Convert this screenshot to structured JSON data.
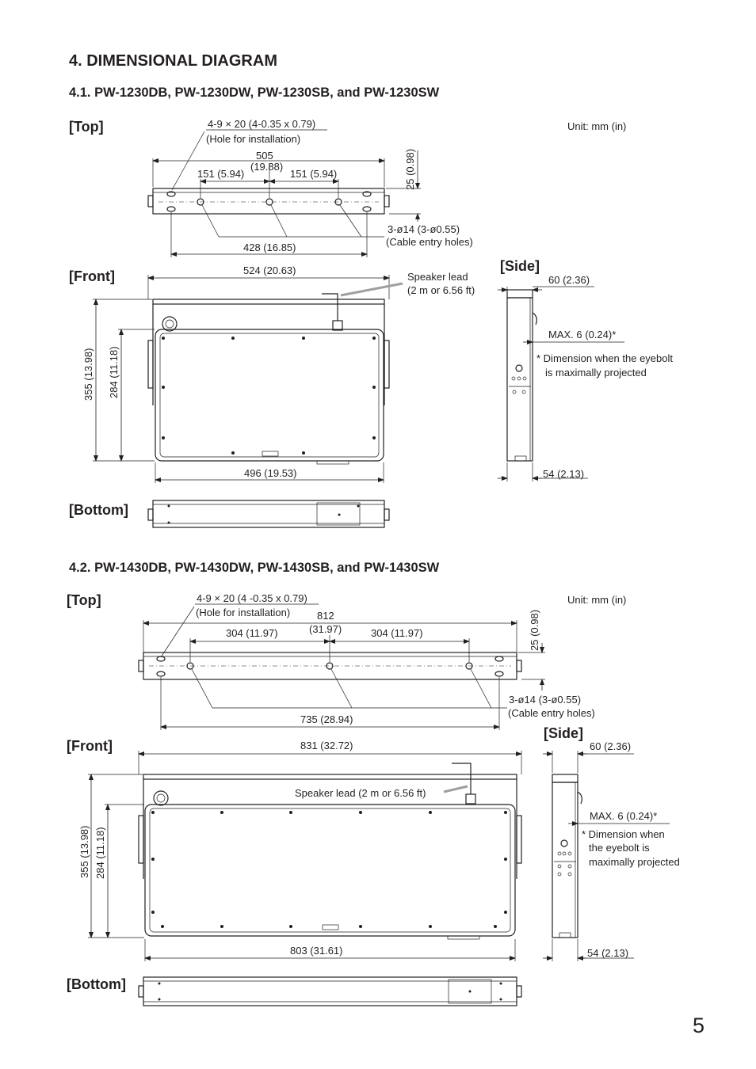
{
  "heading": "4. DIMENSIONAL DIAGRAM",
  "page_number": "5",
  "sections": [
    {
      "title": "4.1. PW-1230DB, PW-1230DW, PW-1230SB, and PW-1230SW",
      "label_top": "[Top]",
      "label_front": "[Front]",
      "label_side": "[Side]",
      "label_bottom": "[Bottom]",
      "unit": "Unit: mm (in)",
      "hole_spec": "4-9 × 20 (4-0.35 x 0.79)",
      "hole_note": "(Hole for installation)",
      "overall_top_a": "505",
      "overall_top_b": "(19.88)",
      "pitch_left": "151 (5.94)",
      "pitch_right": "151 (5.94)",
      "depth_top": "25 (0.98)",
      "cable_holes": "3-ø14 (3-ø0.55)",
      "cable_note": "(Cable entry holes)",
      "hole_span": "428 (16.85)",
      "width_front": "524 (20.63)",
      "speaker_lead_a": "Speaker lead",
      "speaker_lead_b": "(2 m or 6.56 ft)",
      "height_overall": "355 (13.98)",
      "height_body": "284 (11.18)",
      "width_body": "496 (19.53)",
      "side_depth": "60 (2.36)",
      "side_max": "MAX. 6 (0.24)*",
      "side_note_a": "* Dimension when the eyebolt",
      "side_note_b": "is maximally projected",
      "side_bottom": "54 (2.13)"
    },
    {
      "title": "4.2. PW-1430DB, PW-1430DW, PW-1430SB, and PW-1430SW",
      "label_top": "[Top]",
      "label_front": "[Front]",
      "label_side": "[Side]",
      "label_bottom": "[Bottom]",
      "unit": "Unit: mm (in)",
      "hole_spec": "4-9 × 20 (4 -0.35 x 0.79)",
      "hole_note": "(Hole for installation)",
      "overall_top_a": "812",
      "overall_top_b": "(31.97)",
      "pitch_left": "304 (11.97)",
      "pitch_right": "304 (11.97)",
      "depth_top": "25 (0.98)",
      "cable_holes": "3-ø14 (3-ø0.55)",
      "cable_note": "(Cable entry holes)",
      "hole_span": "735 (28.94)",
      "width_front": "831 (32.72)",
      "speaker_lead": "Speaker lead (2 m or 6.56 ft)",
      "height_overall": "355 (13.98)",
      "height_body": "284 (11.18)",
      "width_body": "803 (31.61)",
      "side_depth": "60 (2.36)",
      "side_max": "MAX. 6 (0.24)*",
      "side_note_a": "* Dimension when",
      "side_note_b": "the eyebolt is",
      "side_note_c": "maximally projected",
      "side_bottom": "54 (2.13)"
    }
  ]
}
